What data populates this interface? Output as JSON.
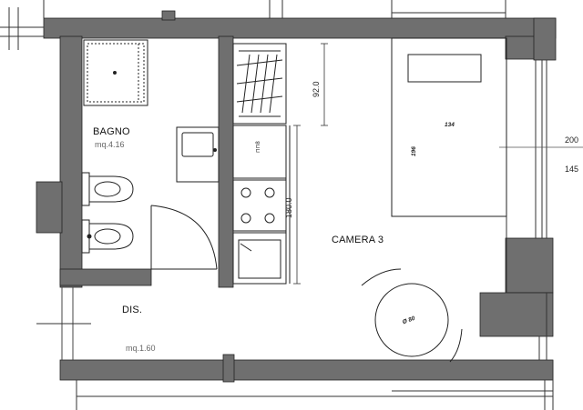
{
  "rooms": {
    "bagno": {
      "name": "BAGNO",
      "area": "mq.4.16"
    },
    "dis": {
      "name": "DIS.",
      "area": "mq.1.60"
    },
    "camera": {
      "name": "CAMERA 3"
    }
  },
  "dimensions": {
    "upper_cabinet": "92.0",
    "kitchen_run": "180.0",
    "bed_width": "134",
    "bed_length": "196",
    "table": "Ø 80",
    "right_upper": "200",
    "right_lower": "145"
  },
  "colors": {
    "wall_fill": "#6f6f6f",
    "line": "#111111",
    "thin_line": "#444444"
  }
}
